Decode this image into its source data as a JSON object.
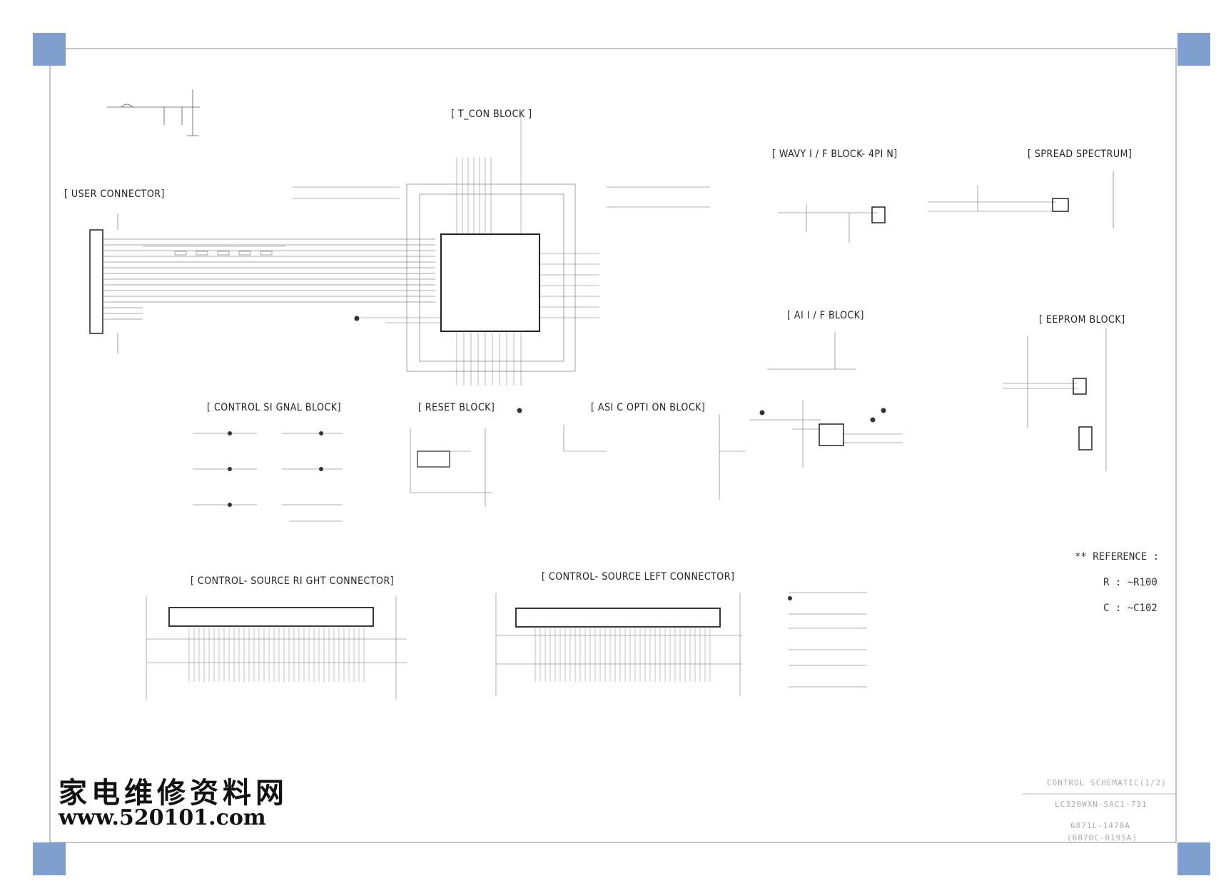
{
  "blocks": {
    "user_connector": "[ USER CONNECTOR]",
    "t_con": "[ T_CON  BLOCK ]",
    "wavy": "[ WAVY I / F BLOCK- 4PI N]",
    "spread": "[ SPREAD SPECTRUM]",
    "ai_if": "[ AI  I / F  BLOCK]",
    "eeprom": "[ EEPROM BLOCK]",
    "control_signal": "[ CONTROL SI GNAL BLOCK]",
    "reset": "[ RESET BLOCK]",
    "asic_option": "[ ASI C OPTI ON BLOCK]",
    "right_conn": "[ CONTROL- SOURCE RI GHT CONNECTOR]",
    "left_conn": "[ CONTROL- SOURCE LEFT CONNECTOR]"
  },
  "reference": {
    "line1": "** REFERENCE :",
    "line2": "R : ~R100",
    "line3": "C : ~C102"
  },
  "title_block": {
    "title": "CONTROL SCHEMATIC(1/2)",
    "model": "LC320WXN-SAC1-731",
    "part_no": "6871L-1478A",
    "sub_no": "(6870C-0195A)"
  },
  "watermark": {
    "chinese": "家电维修资料网",
    "url": "www.520101.com"
  },
  "colors": {
    "frame_corner": "#7f9fcf",
    "line": "#444444",
    "title_block_text": "#aaaaaa"
  }
}
